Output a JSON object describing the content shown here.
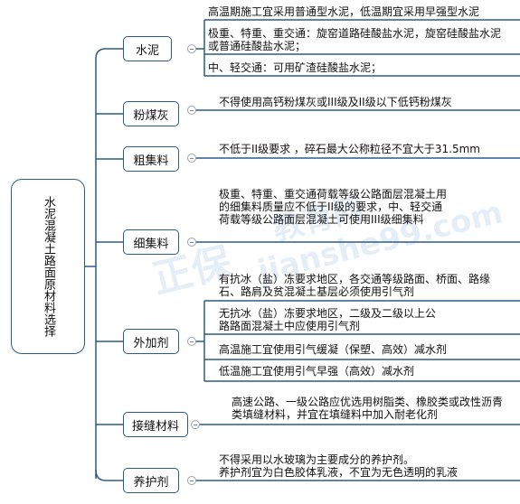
{
  "root": {
    "label": "水泥混凝土路面原材料选择"
  },
  "branches": [
    {
      "label": "水泥",
      "leaves": [
        "高温期施工宜采用普通型水泥，低温期宜采用早强型水泥",
        "极重、特重、重交通：旋窑道路硅酸盐水泥，旋窑硅酸盐水泥或普通硅酸盐水泥；",
        "中、轻交通：可用矿渣硅酸盐水泥；"
      ]
    },
    {
      "label": "粉煤灰",
      "leaves": [
        "不得使用高钙粉煤灰或III级及II级以下低钙粉煤灰"
      ]
    },
    {
      "label": "粗集料",
      "leaves": [
        "不低于II级要求 ，碎石最大公称粒径不宜大于31.5mm"
      ]
    },
    {
      "label": "细集料",
      "leaves": [
        "极重、特重、重交通荷载等级公路面层混凝土用的细集料质量应不低于II级的要求，中、轻交通荷载等级公路面层混凝土可使用III级细集料"
      ]
    },
    {
      "label": "外加剂",
      "leaves": [
        "有抗冰（盐）冻要求地区，各交通等级路面、桥面、路缘石、路肩及贫混凝土基层必须使用引气剂",
        "无抗冰（盐）冻要求地区，二级及二级以上公路路面混凝土中应使用引气剂",
        "高温施工宜使用引气缓凝（保塑、高效）减水剂",
        "低温施工宜使用引气早强（高效）减水剂"
      ]
    },
    {
      "label": "接缝材料",
      "leaves": [
        "高速公路、一级公路应优选用树脂类、橡胶类或改性沥青类填缝材料，并宜在填缝料中加入耐老化剂"
      ]
    },
    {
      "label": "养护剂",
      "leaves": [
        "不得采用以水玻璃为主要成分的养护剂。",
        "养护剂宜为白色胶体乳液，不宜为无色透明的乳液"
      ]
    }
  ],
  "watermark": {
    "site": "jianshe99.com",
    "name": "教育网"
  },
  "colors": {
    "line": "#2c5a8a",
    "node_border": "#2c5a8a"
  }
}
